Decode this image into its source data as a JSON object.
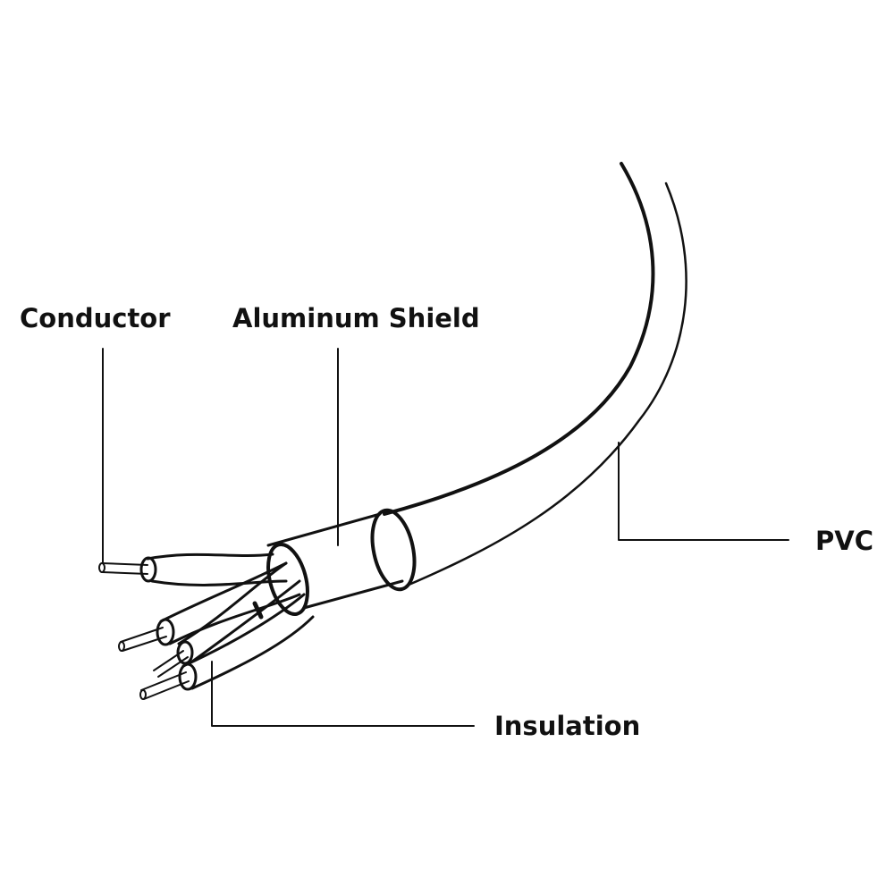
{
  "diagram": {
    "labels": {
      "conductor": "Conductor",
      "aluminum_shield": "Aluminum Shield",
      "pvc": "PVC",
      "insulation": "Insulation"
    },
    "colors": {
      "line": "#111111",
      "background": "#ffffff"
    }
  }
}
